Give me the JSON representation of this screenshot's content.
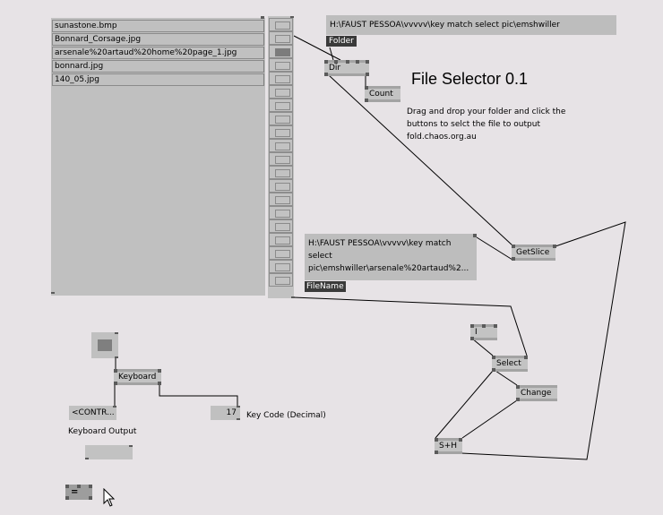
{
  "file_list": {
    "items": [
      "sunastone.bmp",
      "Bonnard_Corsage.jpg",
      "arsenale%20artaud%20home%20page_1.jpg",
      "bonnard.jpg",
      "140_05.jpg"
    ]
  },
  "button_column": {
    "count": 20,
    "selected_index": 2
  },
  "folder_path": {
    "value": "H:\\FAUST PESSOA\\vvvvv\\key match select pic\\emshwiller",
    "label": "Folder"
  },
  "header": {
    "title": "File Selector 0.1",
    "description_lines": [
      "Drag and drop your folder and click the",
      "buttons to selct the file to output",
      "fold.chaos.org.au"
    ]
  },
  "modules": {
    "dir": "Dir",
    "count": "Count",
    "getslice": "GetSlice",
    "select": "Select",
    "change": "Change",
    "sh": "S+H",
    "i": "I",
    "keyboard": "Keyboard",
    "equals": "="
  },
  "filename": {
    "lines": [
      "H:\\FAUST PESSOA\\vvvvv\\key match select",
      "pic\\emshwiller\\arsenale%20artaud%2..."
    ],
    "label": "FileName"
  },
  "keyboard_section": {
    "output_value": "<CONTR...",
    "output_label": "Keyboard Output",
    "keycode_value": "17",
    "keycode_label": "Key Code (Decimal)",
    "empty_field_value": ""
  }
}
